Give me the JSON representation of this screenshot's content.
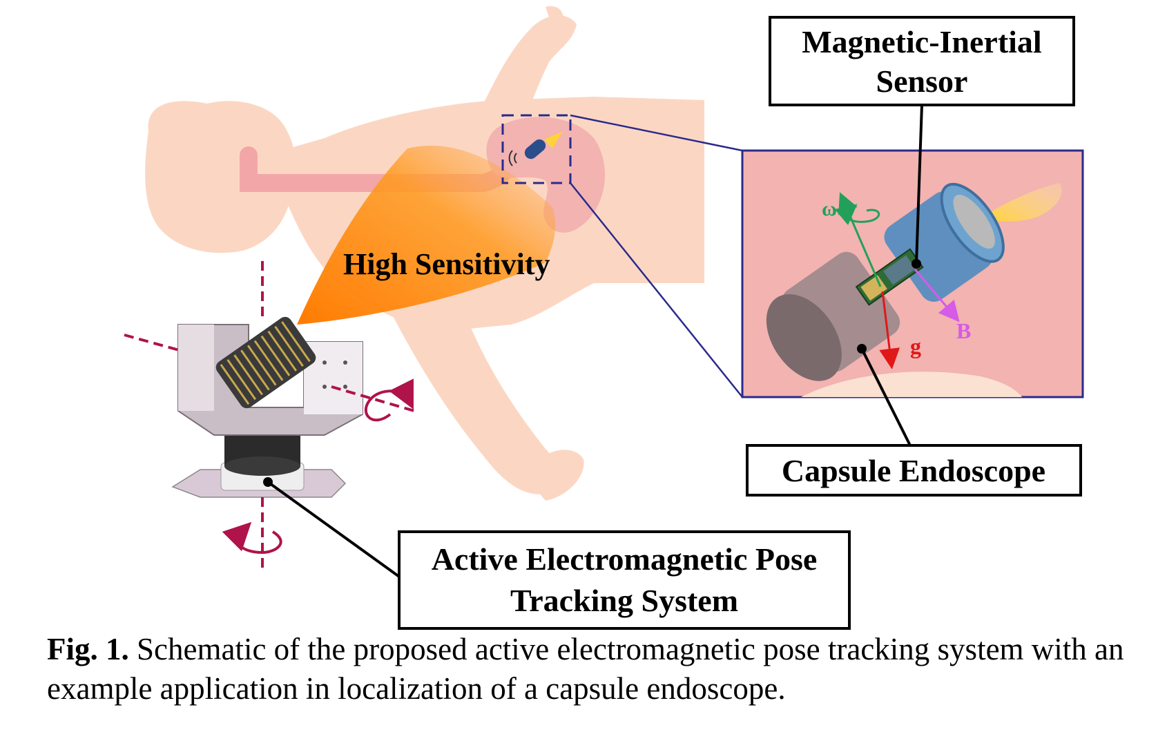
{
  "labels": {
    "sensor_line1": "Magnetic-Inertial",
    "sensor_line2": "Sensor",
    "high_sensitivity": "High Sensitivity",
    "capsule_endoscope": "Capsule Endoscope",
    "tracking_line1": "Active Electromagnetic Pose",
    "tracking_line2": "Tracking System",
    "omega": "ω",
    "B": "B",
    "g": "g"
  },
  "caption": {
    "prefix": "Fig. 1.",
    "text": "Schematic of the proposed active electromagnetic pose tracking system with an example application in localization of a capsule endoscope."
  },
  "colors": {
    "skin": "#fbd7c3",
    "organ": "#f2b3b1",
    "zoom_frame": "#2a2a8c",
    "beam": "#ff8a00",
    "axis": "#b0124a",
    "omega": "#22a05a",
    "B": "#d65be6",
    "g": "#e01818"
  }
}
